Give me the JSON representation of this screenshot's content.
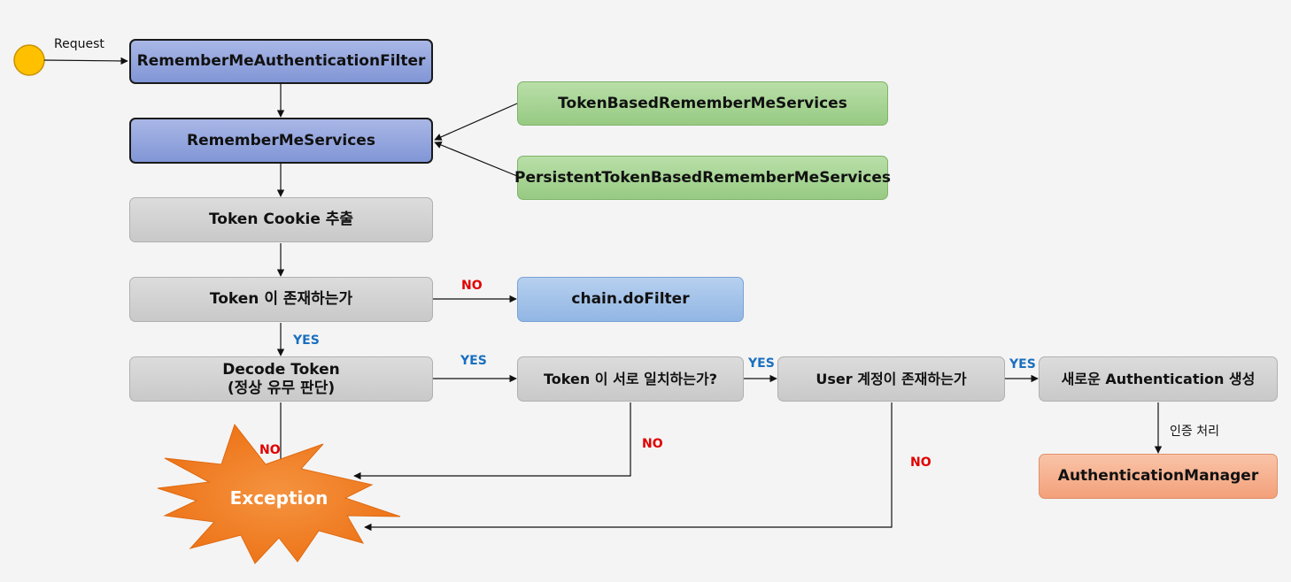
{
  "start": {
    "label": "Request"
  },
  "nodes": {
    "filter": "RememberMeAuthenticationFilter",
    "services": "RememberMeServices",
    "token_based": "TokenBasedRememberMeServices",
    "persistent": "PersistentTokenBasedRememberMeServices",
    "extract": "Token Cookie 추출",
    "exists": "Token 이 존재하는가",
    "chain": "chain.doFilter",
    "decode_line1": "Decode Token",
    "decode_line2": "(정상 유무 판단)",
    "match": "Token 이 서로 일치하는가?",
    "user": "User 계정이 존재하는가",
    "create": "새로운 Authentication 생성",
    "manager": "AuthenticationManager",
    "exception": "Exception"
  },
  "edges": {
    "no_chain": "NO",
    "yes_decode": "YES",
    "yes_match": "YES",
    "yes_user": "YES",
    "yes_create": "YES",
    "no_decode": "NO",
    "no_match": "NO",
    "no_user": "NO",
    "auth_process": "인증 처리"
  },
  "colors": {
    "start_circle": "#ffc000",
    "exception_burst": "#f07820",
    "no_label": "#e00000",
    "yes_label": "#1a6fbf"
  }
}
